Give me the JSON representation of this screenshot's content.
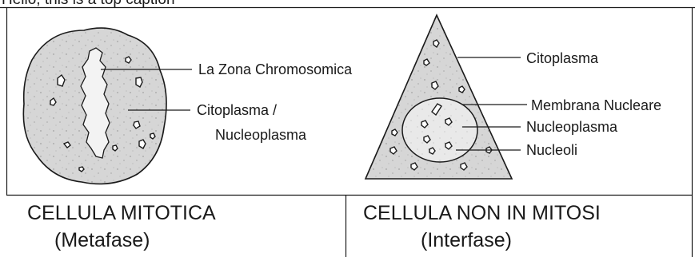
{
  "top_text": "Hello, this is a top caption",
  "mitotic_cell": {
    "label_chromosome_zone": "La Zona Chromosomica",
    "label_cytoplasm_line1": "Citoplasma /",
    "label_cytoplasm_line2": "Nucleoplasma",
    "caption_title": "CELLULA MITOTICA",
    "caption_phase": "(Metafase)"
  },
  "interphase_cell": {
    "label_cytoplasm": "Citoplasma",
    "label_nuclear_membrane": "Membrana Nucleare",
    "label_nucleoplasm": "Nucleoplasma",
    "label_nucleoli": "Nucleoli",
    "caption_title": "CELLULA NON IN MITOSI",
    "caption_phase": "(Interfase)"
  },
  "colors": {
    "cell_fill": "#d6d6d6",
    "nucleus_fill": "#e9e9e9",
    "chromosome_fill": "#f3f3f3",
    "stroke": "#1a1a1a"
  }
}
